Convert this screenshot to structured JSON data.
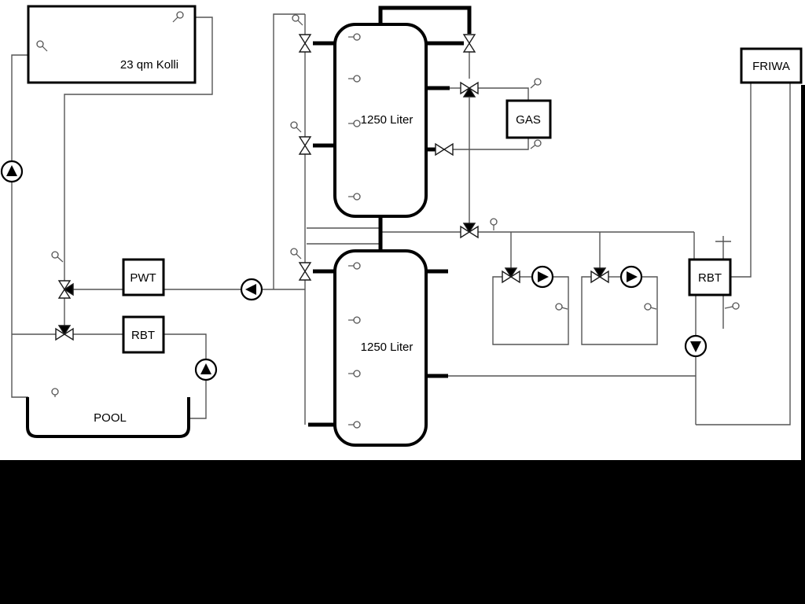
{
  "diagram": {
    "title": "heating-hydraulic-schematic",
    "labels": {
      "collector": "23 qm Kolli",
      "tank_upper": "1250 Liter",
      "tank_lower": "1250 Liter",
      "gas": "GAS",
      "friwa": "FRIWA",
      "pwt": "PWT",
      "rbt_left": "RBT",
      "rbt_right": "RBT",
      "pool": "POOL"
    },
    "colors": {
      "thin_line": "#555555",
      "thick_pipe": "#000000",
      "background": "#ffffff",
      "letterbox": "#000000"
    },
    "component_counts": {
      "pumps": 6,
      "valves": 11,
      "sensors": 21,
      "buffer_tanks": 2
    }
  }
}
